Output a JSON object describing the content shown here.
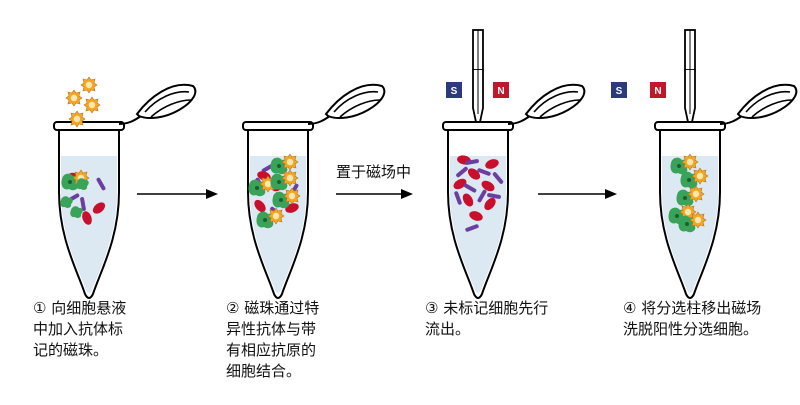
{
  "steps": [
    {
      "caption": "① 向细胞悬液中加入抗体标记的磁珠。"
    },
    {
      "caption": "② 磁珠通过特异性抗体与带有相应抗原的细胞结合。"
    },
    {
      "caption": "③ 未标记细胞先行流出。"
    },
    {
      "caption": "④ 将分选柱移出磁场洗脱阳性分选细胞。"
    }
  ],
  "caption_lines": [
    [
      "① 向细胞悬液",
      "中加入抗体标",
      "记的磁珠。"
    ],
    [
      "② 磁珠通过特",
      "异性抗体与带",
      "有相应抗原的",
      "细胞结合。"
    ],
    [
      "③ 未标记细胞先行",
      "流出。"
    ],
    [
      "④ 将分选柱移出磁场",
      "洗脱阳性分选细胞。"
    ]
  ],
  "arrow_label": "置于磁场中",
  "magnet": {
    "south": "S",
    "north": "N",
    "south_color": "#2b3a7a",
    "north_color": "#c0172b"
  },
  "colors": {
    "red_cell": "#c8102e",
    "purple_bead": "#6a3fa0",
    "green_cell": "#3aa35a",
    "orange_bead": "#f5a623",
    "liquid": "#dde9f2"
  }
}
